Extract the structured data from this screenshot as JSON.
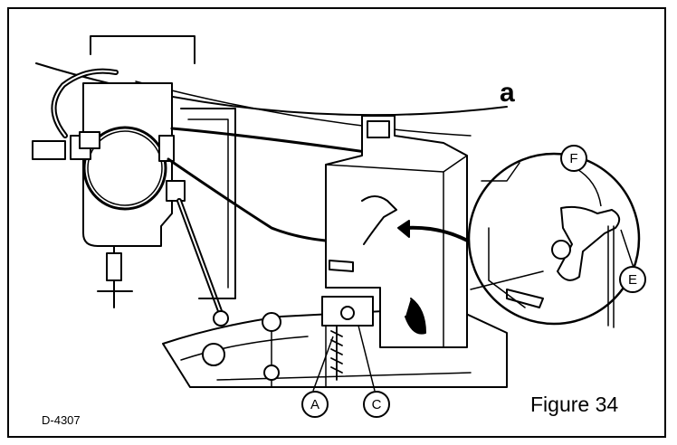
{
  "figure": {
    "panel_letter": "a",
    "caption": "Figure 34",
    "drawing_id": "D-4307"
  },
  "callouts": {
    "a": "A",
    "c": "C",
    "e": "E",
    "f": "F"
  }
}
